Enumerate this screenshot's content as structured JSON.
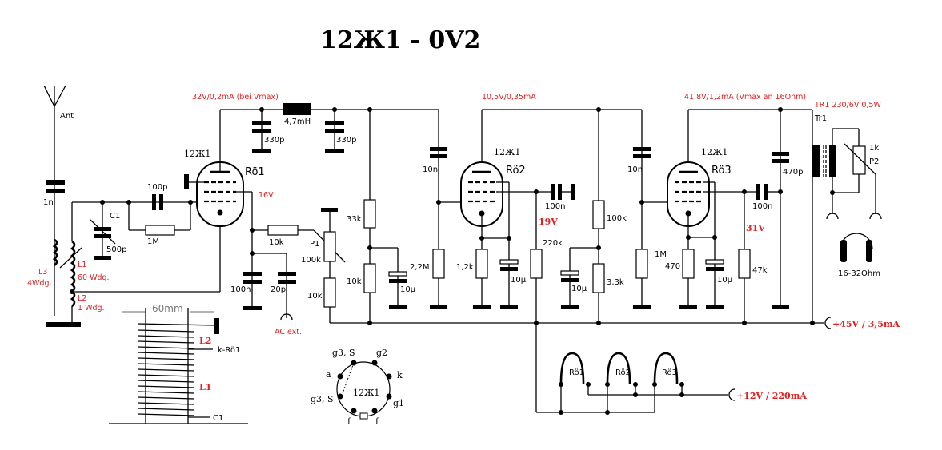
{
  "title": "12Ж1 - 0V2",
  "colors": {
    "annotation": "#e02020",
    "wire": "#000000"
  },
  "annotations": {
    "stage1": "32V/0,2mA (bei Vmax)",
    "stage2": "10,5V/0,35mA",
    "stage3": "41,8V/1,2mA (Vmax an 16Ohm)",
    "transformer": "TR1 230/6V 0,5W",
    "screen1": "16V",
    "v_r220k": "19V",
    "v_r47k": "31V",
    "supply_hv": "+45V / 3,5mA",
    "supply_heater": "+12V / 220mA"
  },
  "tubes": [
    {
      "type": "12Ж1",
      "name": "Rö1"
    },
    {
      "type": "12Ж1",
      "name": "Rö2"
    },
    {
      "type": "12Ж1",
      "name": "Rö3"
    }
  ],
  "components": {
    "antenna": "Ant",
    "c_ant": "1n",
    "c1_label": "C1",
    "c1_value": "500p",
    "c_grid": "100p",
    "r_grid": "1M",
    "choke": "4,7mH",
    "c330a": "330p",
    "c330b": "330p",
    "l3": "L3",
    "l3_wdg": "4Wdg.",
    "l1": "L1",
    "l1_wdg": "60 Wdg.",
    "l2": "L2",
    "l2_wdg": "1 Wdg.",
    "r10k_a": "10k",
    "c100n_a": "100n",
    "c20p": "20p",
    "ac_ext": "AC ext.",
    "p1_label": "P1",
    "p1_value": "100k",
    "r10k_b": "10k",
    "r33k": "33k",
    "r10k_c": "10k",
    "c10u_a": "10µ",
    "c10n_a": "10n",
    "r2m2": "2,2M",
    "r1k2": "1,2k",
    "c10u_b": "10µ",
    "c100n_b": "100n",
    "r220k": "220k",
    "r100k": "100k",
    "c10u_c": "10µ",
    "r3k3": "3,3k",
    "c10n_b": "10n",
    "r1m": "1M",
    "r470": "470",
    "c10u_d": "10µ",
    "c100n_c": "100n",
    "r47k": "47k",
    "c470p": "470p",
    "tr1": "Tr1",
    "p2_value": "1k",
    "p2_label": "P2",
    "headphones": "16-32Ohm"
  },
  "coil": {
    "width": "60mm",
    "l2": "L2",
    "l1": "L1",
    "tap_k": "k-Rö1",
    "tap_c1": "C1"
  },
  "pinout": {
    "center": "12Ж1",
    "pins": [
      "g3, S",
      "g2",
      "a",
      "k",
      "g3, S",
      "g1",
      "f",
      "f"
    ]
  },
  "heaters": [
    "Rö1",
    "Rö2",
    "Rö3"
  ]
}
